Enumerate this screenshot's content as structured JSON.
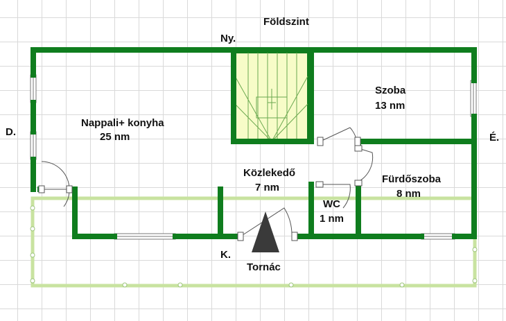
{
  "title": "Földszint",
  "compass": {
    "north": "Ny.",
    "west": "D.",
    "east": "É.",
    "south": "K."
  },
  "rooms": {
    "living": {
      "name": "Nappali+ konyha",
      "area": "25 nm"
    },
    "room": {
      "name": "Szoba",
      "area": "13 nm"
    },
    "hall": {
      "name": "Közlekedő",
      "area": "7 nm"
    },
    "bath": {
      "name": "Fürdőszoba",
      "area": "8 nm"
    },
    "wc": {
      "name": "WC",
      "area": "1 nm"
    },
    "terrace": {
      "name": "Tornác"
    }
  },
  "colors": {
    "wall": "#0f7d1e",
    "stair_fill": "#f7fcc8",
    "terrace_edge": "#d9eeb5",
    "arrow": "#3a3a3a"
  }
}
